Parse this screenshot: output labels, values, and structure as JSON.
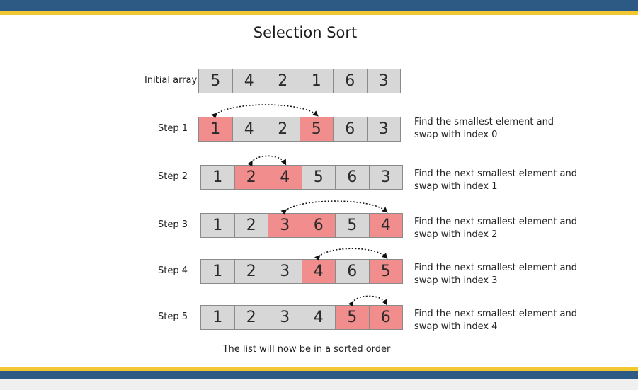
{
  "title": "Selection Sort",
  "footer": "The list will now be in a sorted order",
  "colors": {
    "cell": "#d7d7d7",
    "highlight": "#f28d8d",
    "band_blue": "#2d5a85",
    "band_yellow": "#f2c832"
  },
  "rows": [
    {
      "label": "Initial array",
      "values": [
        "5",
        "4",
        "2",
        "1",
        "6",
        "3"
      ],
      "highlight": [],
      "swap": [],
      "desc": [
        "",
        ""
      ]
    },
    {
      "label": "Step 1",
      "values": [
        "1",
        "4",
        "2",
        "5",
        "6",
        "3"
      ],
      "highlight": [
        0,
        3
      ],
      "swap": [
        0,
        3
      ],
      "desc": [
        "Find the smallest element and",
        "swap with index 0"
      ]
    },
    {
      "label": "Step 2",
      "values": [
        "1",
        "2",
        "4",
        "5",
        "6",
        "3"
      ],
      "highlight": [
        1,
        2
      ],
      "swap": [
        1,
        2
      ],
      "desc": [
        "Find the next smallest element and",
        "swap with index 1"
      ]
    },
    {
      "label": "Step 3",
      "values": [
        "1",
        "2",
        "3",
        "6",
        "5",
        "4"
      ],
      "highlight": [
        2,
        3,
        5
      ],
      "swap": [
        2,
        5
      ],
      "desc": [
        "Find the next smallest element and",
        "swap with index 2"
      ]
    },
    {
      "label": "Step 4",
      "values": [
        "1",
        "2",
        "3",
        "4",
        "6",
        "5"
      ],
      "highlight": [
        3,
        5
      ],
      "swap": [
        3,
        5
      ],
      "desc": [
        "Find the next smallest element and",
        "swap with index 3"
      ]
    },
    {
      "label": "Step 5",
      "values": [
        "1",
        "2",
        "3",
        "4",
        "5",
        "6"
      ],
      "highlight": [
        4,
        5
      ],
      "swap": [
        4,
        5
      ],
      "desc": [
        "Find the next smallest element and",
        "swap with index 4"
      ]
    }
  ]
}
